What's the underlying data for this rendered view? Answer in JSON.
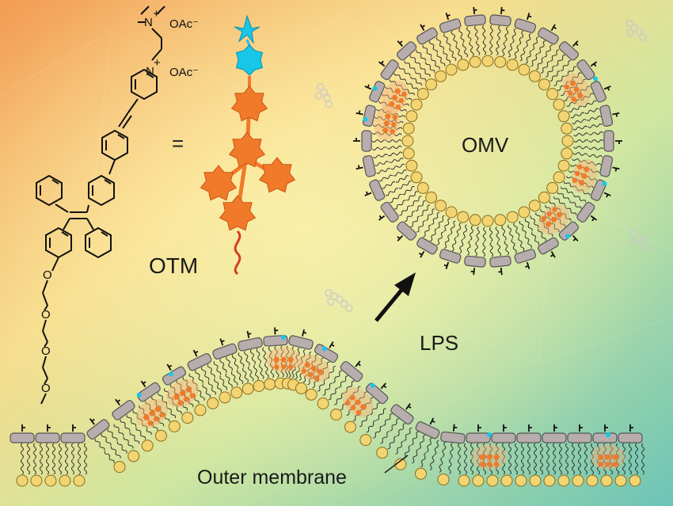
{
  "labels": {
    "otm": "OTM",
    "omv": "OMV",
    "lps": "LPS",
    "outer_membrane": "Outer membrane",
    "equals": "="
  },
  "chemistry": {
    "ammonium": "N",
    "ammonium_charge": "+",
    "pyridinium": "N",
    "pyridinium_charge": "+",
    "counterion_1": "OAc⁻",
    "counterion_2": "OAc⁻",
    "oxygen_1": "O",
    "oxygen_2": "O",
    "oxygen_3": "O",
    "oxygen_4": "O"
  },
  "colors": {
    "background_warm": "#f4a55a",
    "background_cool": "#7fc9b5",
    "lps_block": "#b8adad",
    "lipid_head": "#f2d472",
    "otm_orange": "#f07a2a",
    "otm_cyan": "#18c6e8",
    "arrow": "#111111"
  }
}
